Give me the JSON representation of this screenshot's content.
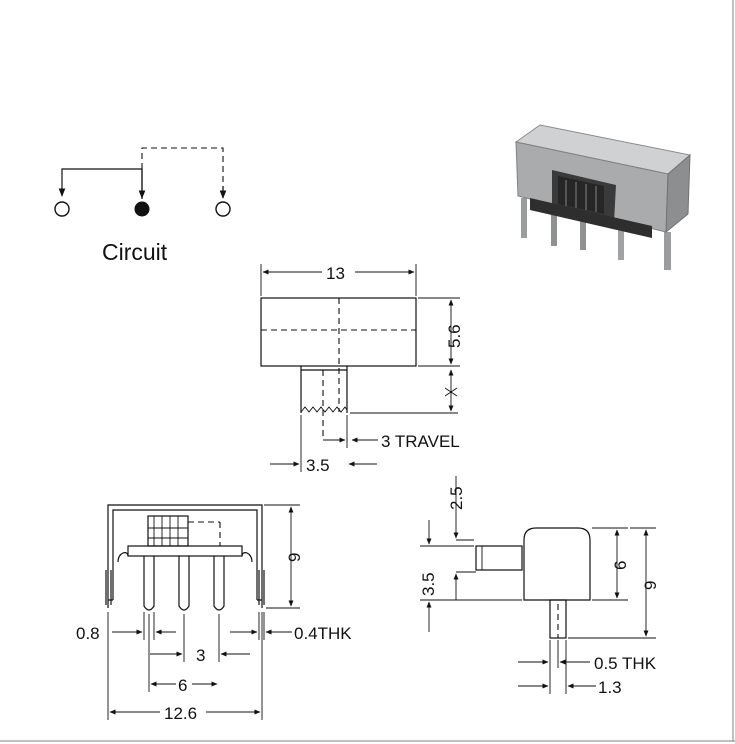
{
  "circuit": {
    "caption": "Circuit"
  },
  "top_view": {
    "width": "13",
    "height": "5.6",
    "travel": "3 TRAVEL",
    "actuator_width": "3.5"
  },
  "front_view": {
    "height": "9",
    "pin_thickness_left": "0.8",
    "sheet_thickness": "0.4THK",
    "pitch": "3",
    "pin_span": "6",
    "overall_width": "12.6"
  },
  "side_view": {
    "actuator_length": "2.5",
    "actuator_height": "3.5",
    "body_height": "6",
    "overall_height": "9",
    "pin_thickness": "0.5 THK",
    "pin_offset": "1.3"
  },
  "colors": {
    "ink": "#111111",
    "photo_body": "#b9bbbd",
    "photo_dark": "#2e2e2e"
  }
}
